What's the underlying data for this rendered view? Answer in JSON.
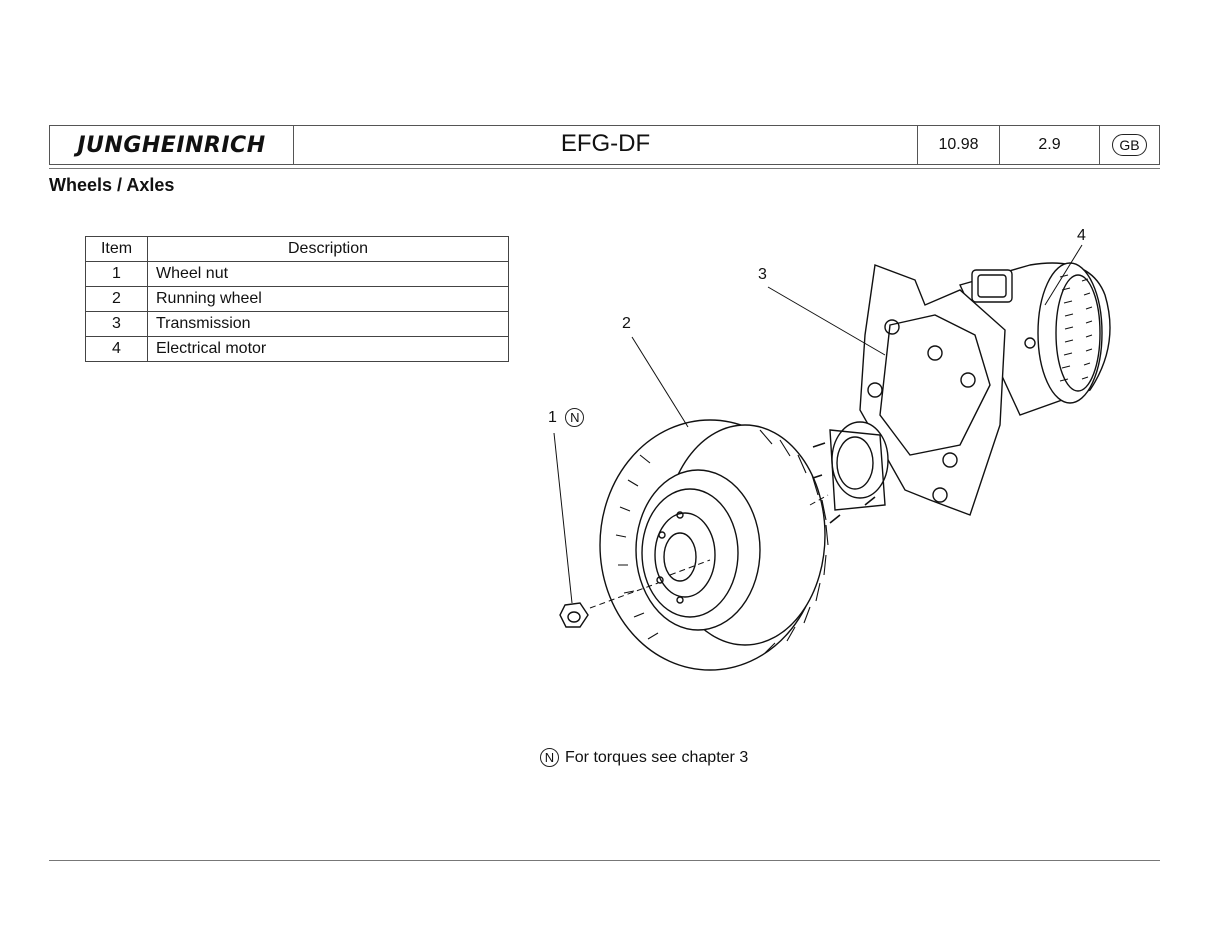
{
  "header": {
    "logo_text": "JUNGHEINRICH",
    "model": "EFG-DF",
    "date": "10.98",
    "version": "2.9",
    "language": "GB"
  },
  "section_title": "Wheels / Axles",
  "table": {
    "col_item": "Item",
    "col_description": "Description",
    "rows": [
      {
        "item": "1",
        "description": "Wheel nut"
      },
      {
        "item": "2",
        "description": "Running wheel"
      },
      {
        "item": "3",
        "description": "Transmission"
      },
      {
        "item": "4",
        "description": "Electrical motor"
      }
    ]
  },
  "callouts": {
    "c1": "1",
    "c1_mark": "N",
    "c2": "2",
    "c3": "3",
    "c4": "4"
  },
  "note": {
    "mark": "N",
    "text": "For torques see chapter 3"
  }
}
